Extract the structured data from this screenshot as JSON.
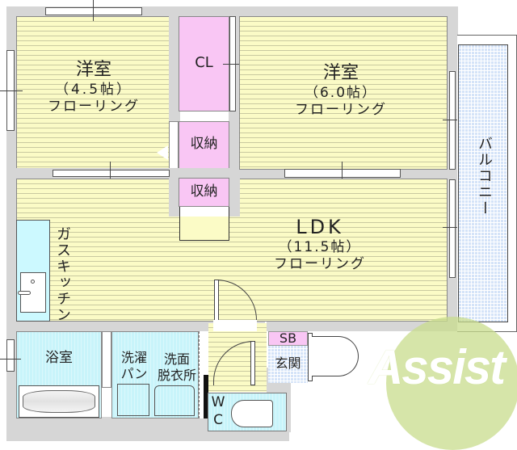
{
  "floorplan": {
    "rooms": {
      "western_room_1": {
        "name": "洋室",
        "size": "（4.5帖）",
        "floor": "フローリング"
      },
      "western_room_2": {
        "name": "洋室",
        "size": "（6.0帖）",
        "floor": "フローリング"
      },
      "ldk": {
        "name": "LDK",
        "size": "（11.5帖）",
        "floor": "フローリング"
      },
      "closet": {
        "name": "CL"
      },
      "storage_1": {
        "name": "収納"
      },
      "storage_2": {
        "name": "収納"
      },
      "kitchen": {
        "name": "ガスキッチン"
      },
      "balcony": {
        "name": "バルコニー"
      },
      "bathroom": {
        "name": "浴室"
      },
      "laundry": {
        "name": "洗濯\nパン",
        "line1": "洗濯",
        "line2": "パン"
      },
      "washroom": {
        "line1": "洗面",
        "line2": "脱衣所"
      },
      "toilet": {
        "line1": "W",
        "line2": "C"
      },
      "shoe_box": {
        "name": "SB"
      },
      "entrance": {
        "name": "玄関"
      }
    },
    "colors": {
      "floor": "#fbfbc6",
      "storage": "#f9c6f4",
      "wet_area": "#c8f4fa",
      "balcony": "#d4e3f8",
      "wall": "#d6d6d6"
    }
  },
  "watermark": {
    "text": "Assist",
    "circle_color": "#c8dc8c",
    "accent_color": "#e8909c"
  }
}
